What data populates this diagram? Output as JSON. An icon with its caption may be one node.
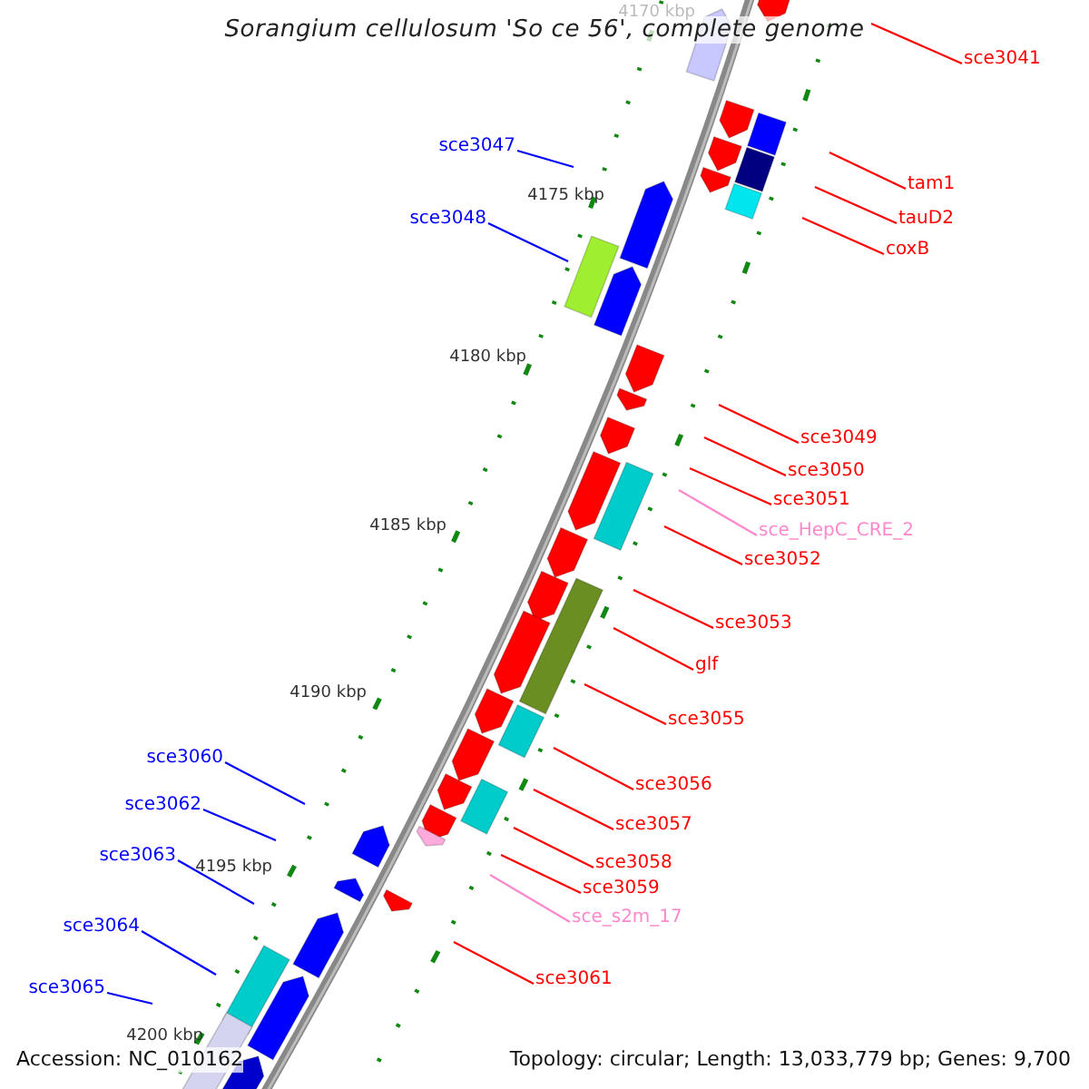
{
  "diagram": {
    "title": "Sorangium cellulosum 'So ce 56', complete genome",
    "nodes": [
      {
        "text": [
          "sce3041"
        ]
      },
      {
        "text": [
          "sce3047"
        ]
      },
      {
        "text": [
          "tam1"
        ]
      },
      {
        "text": [
          "tauD2"
        ]
      },
      {
        "text": [
          "sce3048"
        ]
      },
      {
        "text": [
          "coxB"
        ]
      },
      {
        "text": [
          "sce3049"
        ]
      },
      {
        "text": [
          "sce3050"
        ]
      },
      {
        "text": [
          "sce3051"
        ]
      },
      {
        "text": [
          "sce_HepC_CRE_2"
        ]
      },
      {
        "text": [
          "sce3052"
        ]
      },
      {
        "text": [
          "sce3053"
        ]
      },
      {
        "text": [
          "glf"
        ]
      },
      {
        "text": [
          "sce3055"
        ]
      },
      {
        "text": [
          "sce3060"
        ]
      },
      {
        "text": [
          "sce3056"
        ]
      },
      {
        "text": [
          "sce3062"
        ]
      },
      {
        "text": [
          "sce3057"
        ]
      },
      {
        "text": [
          "sce3063"
        ]
      },
      {
        "text": [
          "sce3058"
        ]
      },
      {
        "text": [
          "sce3059"
        ]
      },
      {
        "text": [
          "sce_s2m_17"
        ]
      },
      {
        "text": [
          "sce3064"
        ]
      },
      {
        "text": [
          "sce3061"
        ]
      },
      {
        "text": [
          "sce3065"
        ]
      }
    ],
    "edges": [
      {
        "from": 0,
        "to": null,
        "arrow": "none"
      },
      {
        "from": 1,
        "to": null,
        "arrow": "none",
        "color": "#0000ff"
      },
      {
        "from": 2,
        "to": null,
        "arrow": "none"
      },
      {
        "from": 3,
        "to": null,
        "arrow": "none"
      },
      {
        "from": 4,
        "to": null,
        "arrow": "none",
        "color": "#0000ff"
      },
      {
        "from": 5,
        "to": null,
        "arrow": "none"
      },
      {
        "from": 6,
        "to": null,
        "arrow": "none"
      },
      {
        "from": 7,
        "to": null,
        "arrow": "none"
      },
      {
        "from": 8,
        "to": null,
        "arrow": "none"
      },
      {
        "from": 9,
        "to": null,
        "arrow": "none",
        "color": "#ff88cc"
      },
      {
        "from": 10,
        "to": null,
        "arrow": "none"
      },
      {
        "from": 11,
        "to": null,
        "arrow": "none"
      },
      {
        "from": 12,
        "to": null,
        "arrow": "none"
      },
      {
        "from": 13,
        "to": null,
        "arrow": "none"
      },
      {
        "from": 14,
        "to": null,
        "arrow": "none",
        "color": "#0000ff"
      },
      {
        "from": 15,
        "to": null,
        "arrow": "none"
      },
      {
        "from": 16,
        "to": null,
        "arrow": "none",
        "color": "#0000ff"
      },
      {
        "from": 17,
        "to": null,
        "arrow": "none"
      },
      {
        "from": 18,
        "to": null,
        "arrow": "none",
        "color": "#0000ff"
      },
      {
        "from": 19,
        "to": null,
        "arrow": "none"
      },
      {
        "from": 20,
        "to": null,
        "arrow": "none"
      },
      {
        "from": 21,
        "to": null,
        "arrow": "none",
        "color": "#ff88cc"
      },
      {
        "from": 22,
        "to": null,
        "arrow": "none",
        "color": "#0000ff"
      },
      {
        "from": 23,
        "to": null,
        "arrow": "none"
      },
      {
        "from": 24,
        "to": null,
        "arrow": "none",
        "color": "#0000ff"
      }
    ],
    "labels": [
      "4170 kbp",
      "4175 kbp",
      "4180 kbp",
      "4185 kbp",
      "4190 kbp",
      "4195 kbp",
      "4200 kbp",
      "Accession: NC_010162",
      "Topology: circular; Length: 13,033,779 bp; Genes: 9,700"
    ]
  }
}
